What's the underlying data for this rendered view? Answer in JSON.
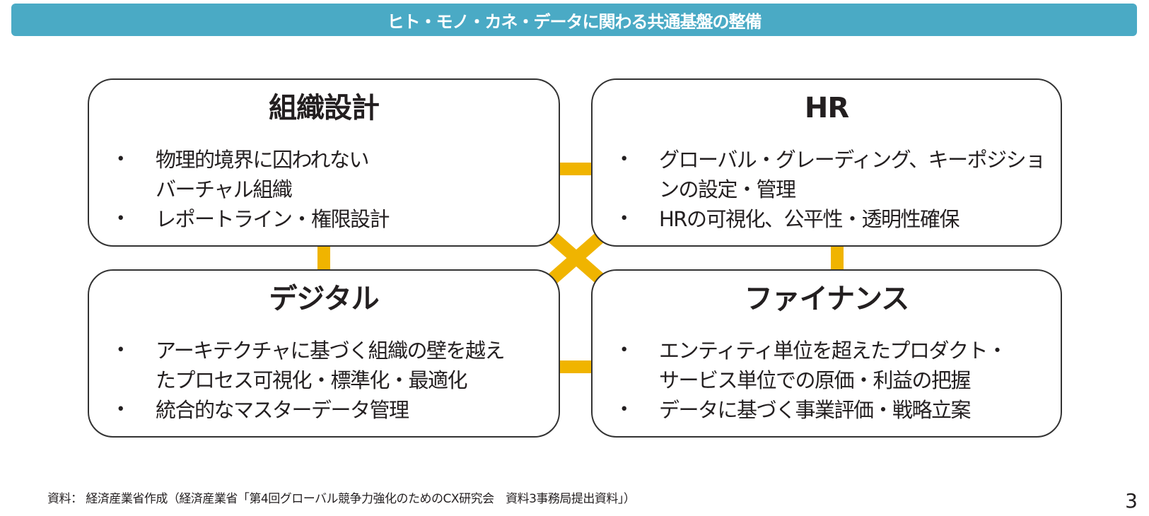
{
  "header": {
    "title": "ヒト・モノ・カネ・データに関わる共通基盤の整備",
    "background_color": "#4aaac5"
  },
  "connector_color": "#f0b400",
  "quadrants": [
    {
      "id": "org-design",
      "title": "組織設計",
      "bullets": [
        "物理的境界に囚われない\nバーチャル組織",
        "レポートライン・権限設計"
      ]
    },
    {
      "id": "hr",
      "title": "HR",
      "bullets": [
        "グローバル・グレーディング、キーポジショ\nンの設定・管理",
        "HRの可視化、公平性・透明性確保"
      ]
    },
    {
      "id": "digital",
      "title": "デジタル",
      "bullets": [
        "アーキテクチャに基づく組織の壁を越え\nたプロセス可視化・標準化・最適化",
        "統合的なマスターデータ管理"
      ]
    },
    {
      "id": "finance",
      "title": "ファイナンス",
      "bullets": [
        "エンティティ単位を超えたプロダクト・\nサービス単位での原価・利益の把握",
        "データに基づく事業評価・戦略立案"
      ]
    }
  ],
  "bullet_glyph": "•",
  "footer": {
    "source": "資料： 経済産業省作成（経済産業省「第4回グローバル競争力強化のためのCX研究会　資料3事務局提出資料」）",
    "page_number": "3"
  }
}
